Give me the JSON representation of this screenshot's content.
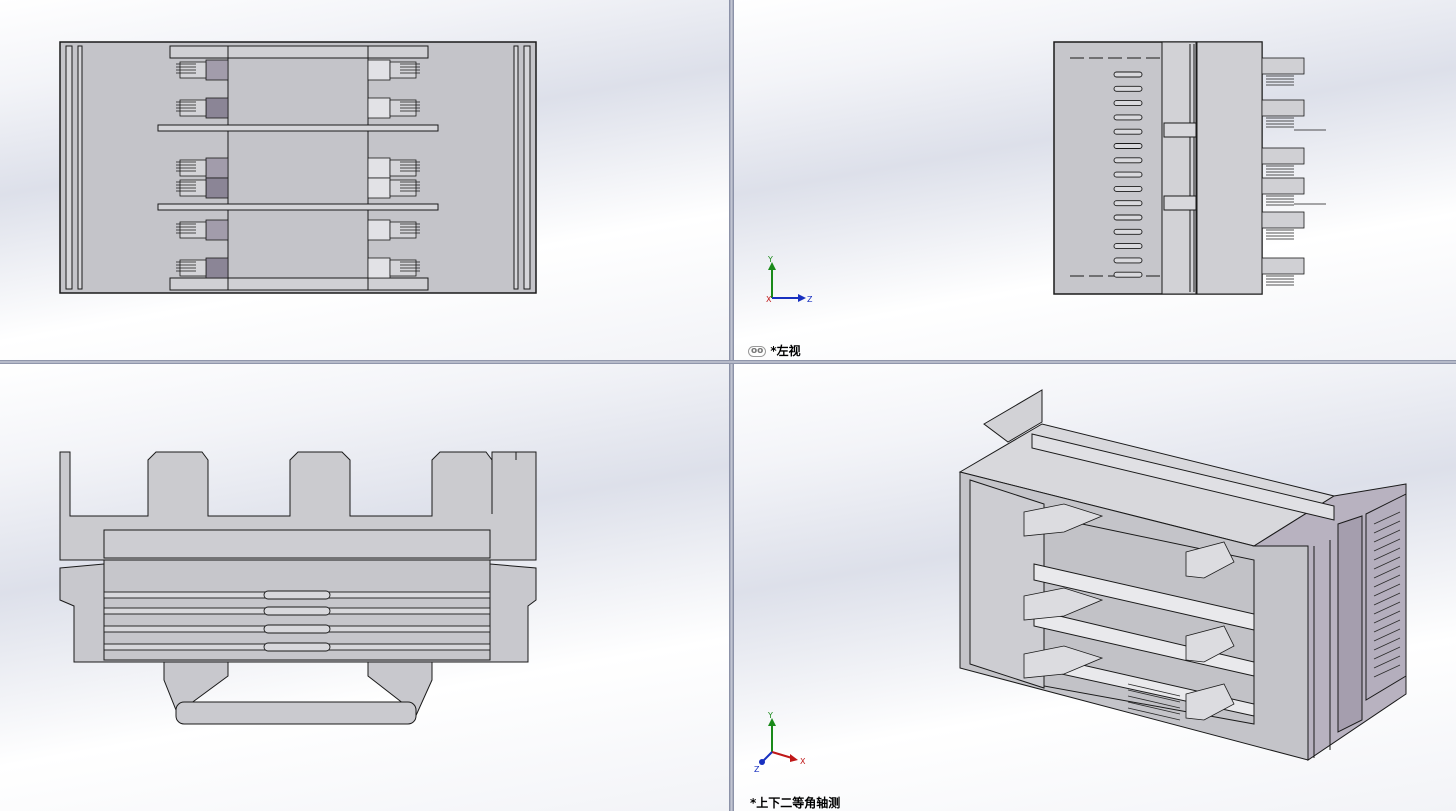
{
  "viewports": {
    "top_left": {
      "name": "front-view"
    },
    "top_right": {
      "name": "left-view",
      "label": "*左视",
      "triad": {
        "up": "Y",
        "right": "Z",
        "origin": "X"
      }
    },
    "bottom_left": {
      "name": "top-view"
    },
    "bottom_right": {
      "name": "isometric-view",
      "label": "*上下二等角轴测",
      "triad": {
        "up": "Y",
        "right": "X",
        "down_left": "Z"
      }
    }
  },
  "colors": {
    "part_face": "#c9c9cd",
    "part_light": "#e2e2e6",
    "part_dark": "#8b8596",
    "edge": "#1a1a1a",
    "axis_y": "#1a8a1a",
    "axis_x": "#c01818",
    "axis_z": "#1830c0"
  }
}
